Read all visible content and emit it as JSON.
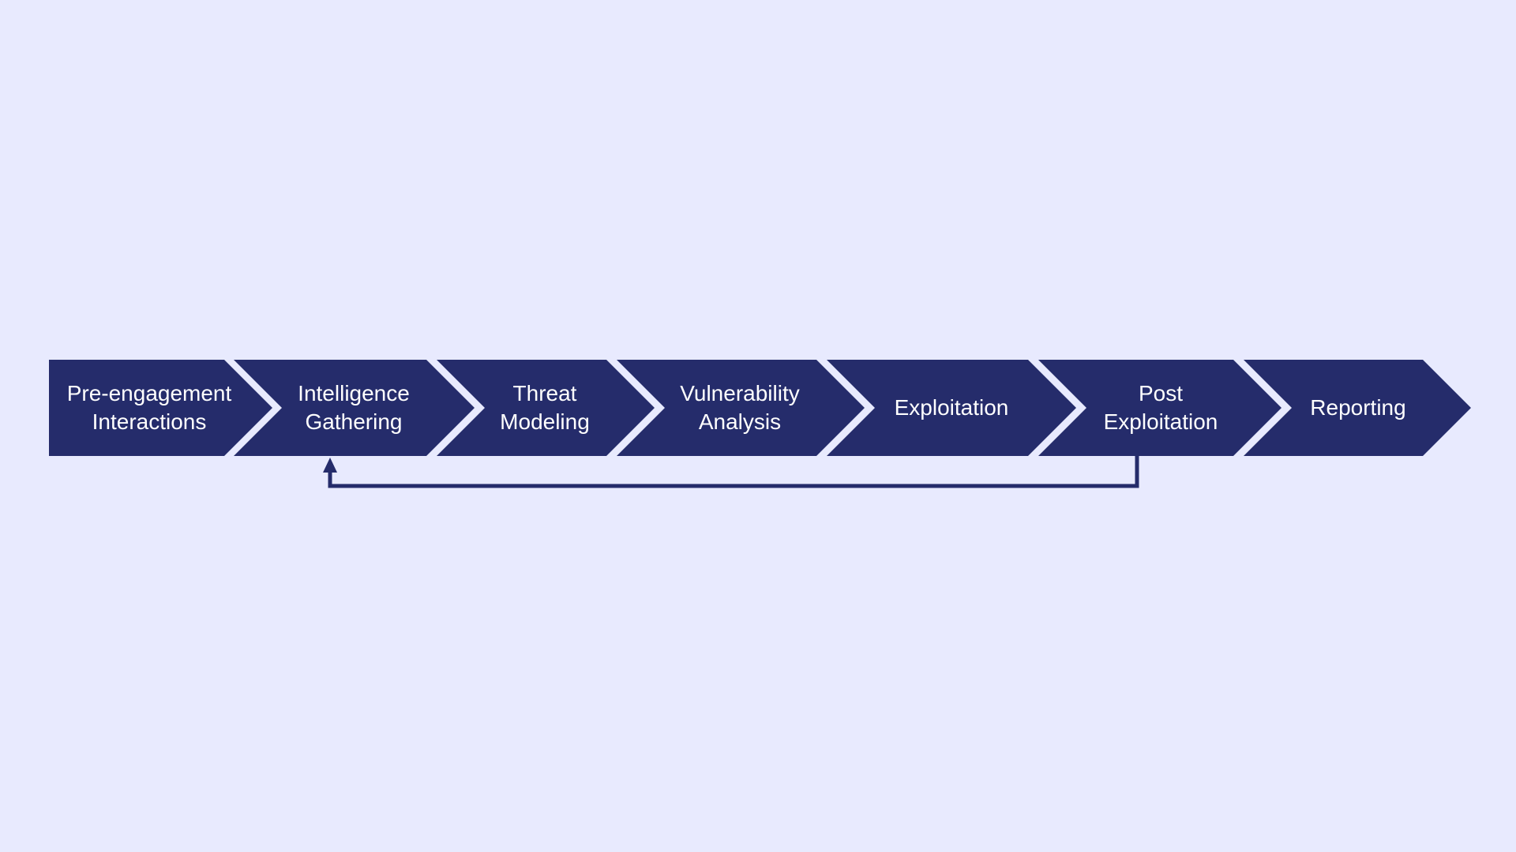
{
  "colors": {
    "background": "#e8eafe",
    "shape_fill": "#252c6b",
    "label_text": "#ffffff",
    "connector": "#252c6b"
  },
  "steps": [
    {
      "line1": "Pre-engagement",
      "line2": "Interactions"
    },
    {
      "line1": "Intelligence",
      "line2": "Gathering"
    },
    {
      "line1": "Threat",
      "line2": "Modeling"
    },
    {
      "line1": "Vulnerability",
      "line2": "Analysis"
    },
    {
      "line1": "Exploitation",
      "line2": ""
    },
    {
      "line1": "Post",
      "line2": "Exploitation"
    },
    {
      "line1": "Reporting",
      "line2": ""
    }
  ],
  "feedback_loop": {
    "from_step": 5,
    "to_step": 1
  }
}
